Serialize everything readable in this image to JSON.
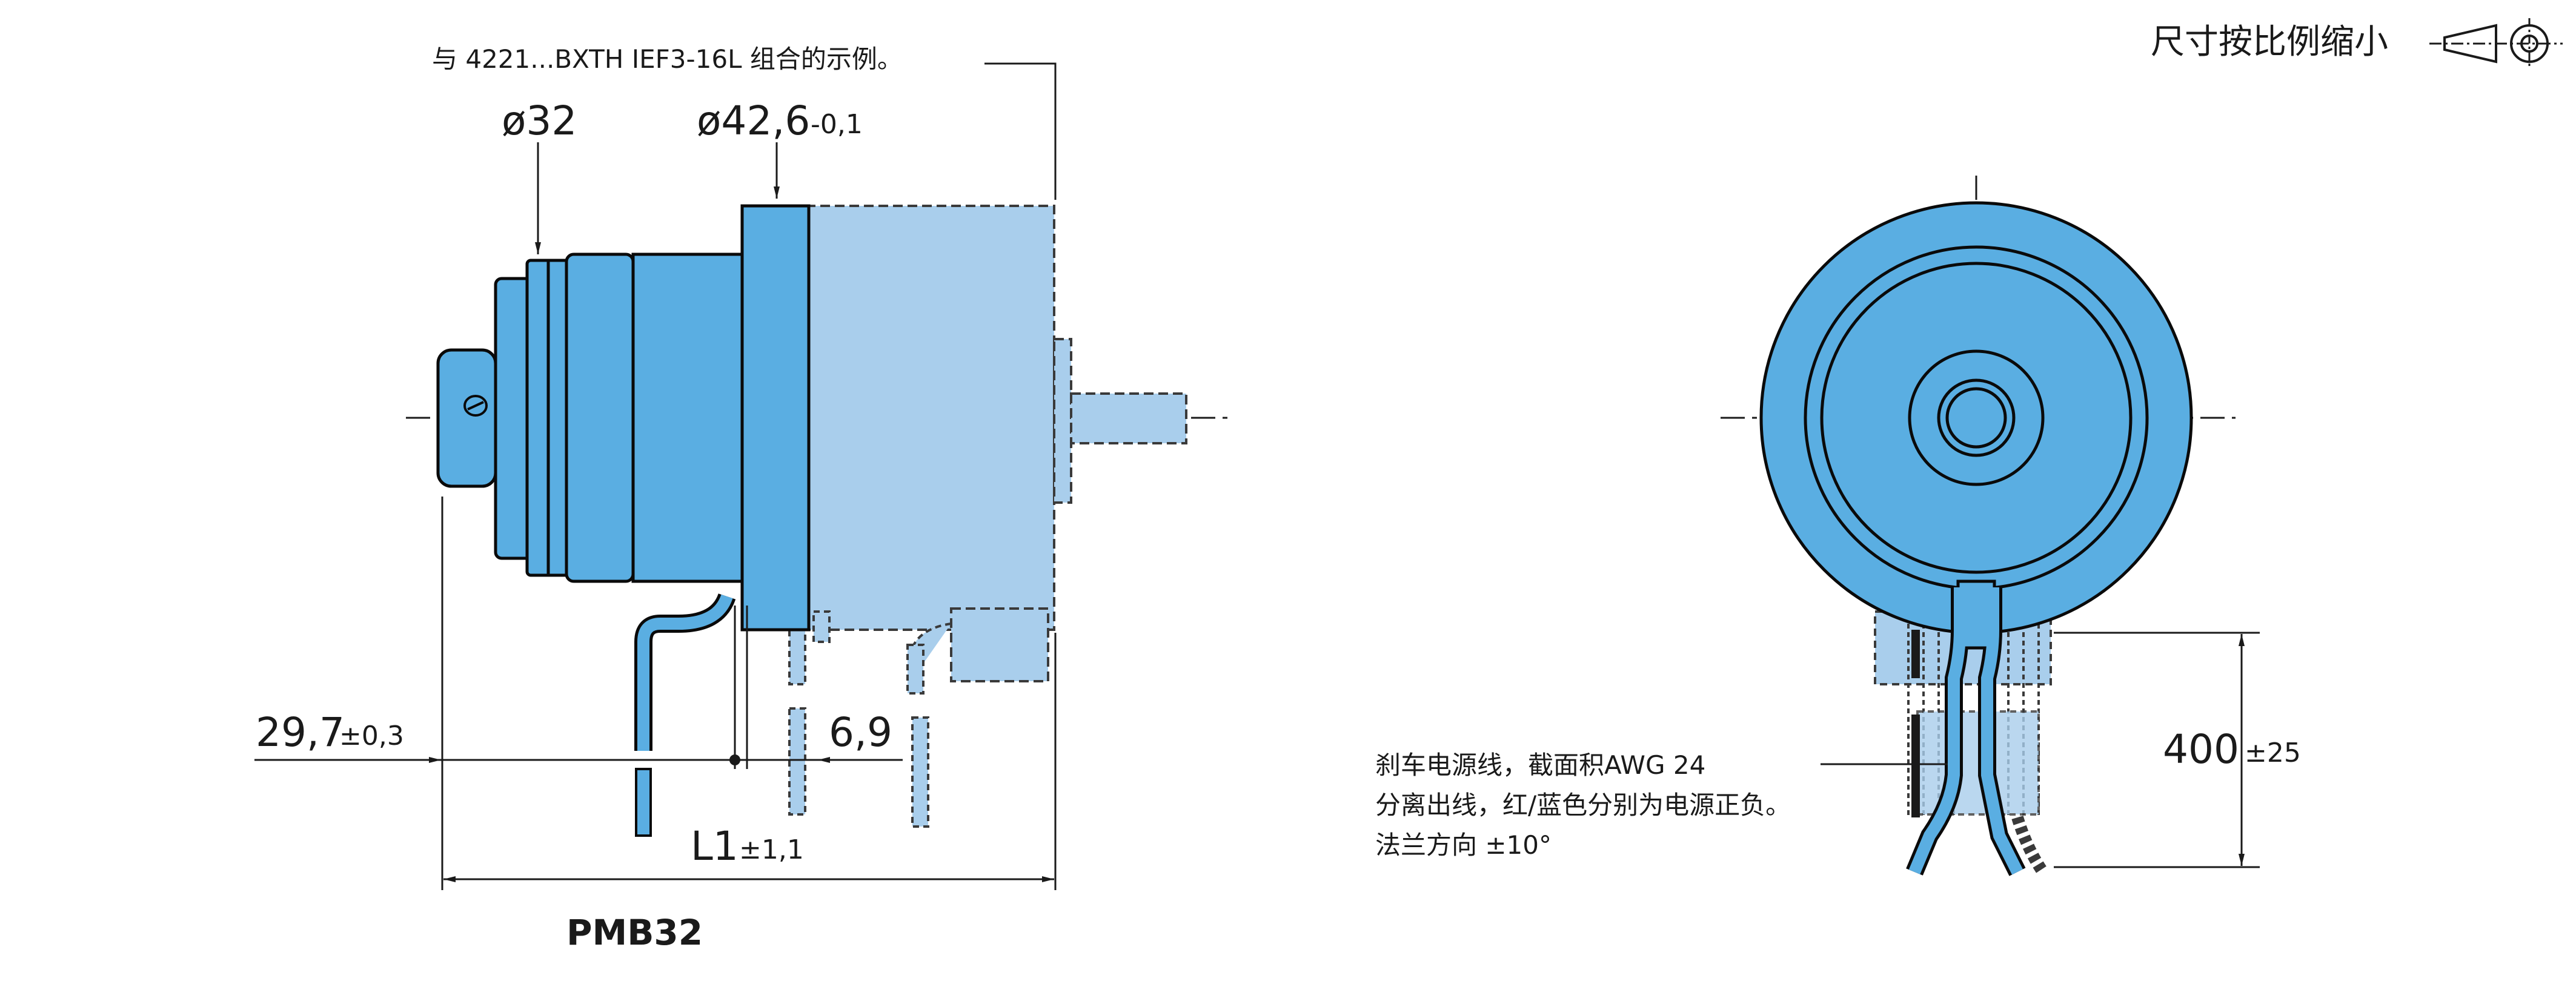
{
  "drawing": {
    "note_top": "与 4221...BXTH IEF3-16L  组合的示例。",
    "scale_note": "尺寸按比例缩小",
    "model": "PMB32",
    "dims": {
      "d32": "ø32",
      "d42": "ø42,6",
      "d42_tol": "-0,1",
      "d29": "29,7",
      "d29_tol": "±0,3",
      "d69": "6,9",
      "L1": "L1",
      "L1_tol": "±1,1",
      "d400": "400",
      "d400_tol": "±25"
    },
    "cable_note": {
      "line1": "刹车电源线，截面积AWG 24",
      "line2": "分离出线，红/蓝色分别为电源正负。",
      "line3": "法兰方向  ±10°"
    }
  },
  "colors": {
    "solid_part": "#5aaee2",
    "ghost_part": "#a9ceec",
    "line": "#0a0a0a"
  }
}
